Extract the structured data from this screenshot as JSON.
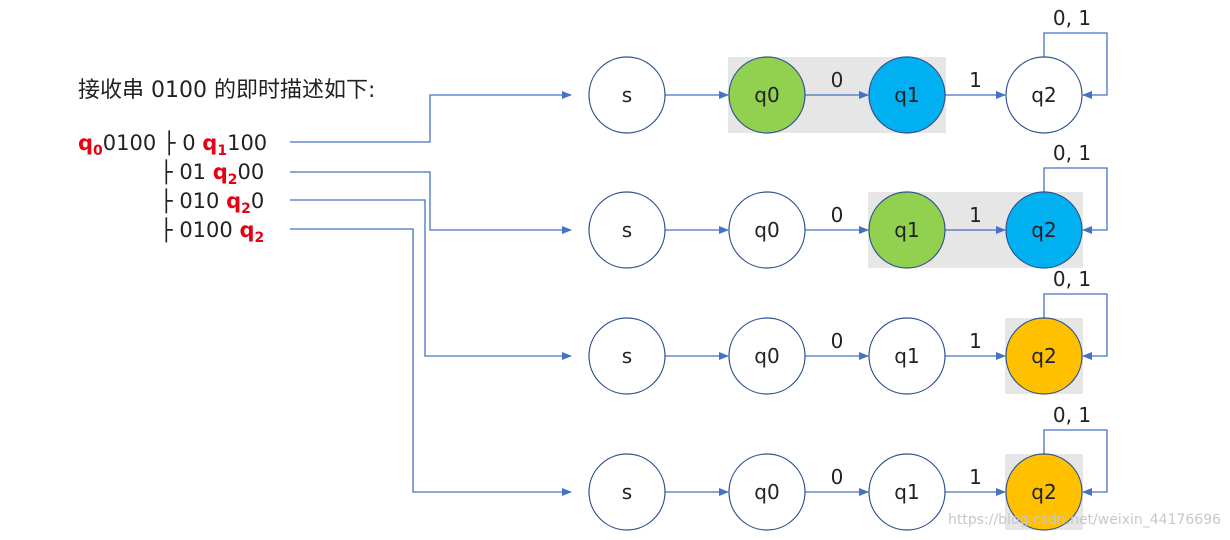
{
  "description": {
    "title": "接收串 0100 的即时描述如下:",
    "lines": [
      {
        "pre": "",
        "state": "q",
        "sub": "0",
        "post": "0100 ├ 0 ",
        "state2": "q",
        "sub2": "1",
        "post2": "100"
      },
      {
        "pre": "├ 01 ",
        "state": "q",
        "sub": "2",
        "post": "00"
      },
      {
        "pre": "├ 010 ",
        "state": "q",
        "sub": "2",
        "post": "0"
      },
      {
        "pre": "├ 0100 ",
        "state": "q",
        "sub": "2",
        "post": ""
      }
    ]
  },
  "colors": {
    "edge": "#4472c4",
    "node_stroke": "#2f528f",
    "current_from": "#92d050",
    "current_to": "#00b0f0",
    "accept": "#ffc000",
    "highlight_box": "#e7e6e6",
    "red_text": "#e60012"
  },
  "rows": [
    {
      "nodes": [
        "s",
        "q0",
        "q1",
        "q2"
      ],
      "edge_labels": [
        "0",
        "1"
      ],
      "self_loop_label": "0, 1",
      "fills": [
        "#ffffff",
        "#92d050",
        "#00b0f0",
        "#ffffff"
      ],
      "highlight": [
        1,
        2
      ]
    },
    {
      "nodes": [
        "s",
        "q0",
        "q1",
        "q2"
      ],
      "edge_labels": [
        "0",
        "1"
      ],
      "self_loop_label": "0, 1",
      "fills": [
        "#ffffff",
        "#ffffff",
        "#92d050",
        "#00b0f0"
      ],
      "highlight": [
        2,
        3
      ]
    },
    {
      "nodes": [
        "s",
        "q0",
        "q1",
        "q2"
      ],
      "edge_labels": [
        "0",
        "1"
      ],
      "self_loop_label": "0, 1",
      "fills": [
        "#ffffff",
        "#ffffff",
        "#ffffff",
        "#ffc000"
      ],
      "highlight": [
        3,
        3
      ]
    },
    {
      "nodes": [
        "s",
        "q0",
        "q1",
        "q2"
      ],
      "edge_labels": [
        "0",
        "1"
      ],
      "self_loop_label": "0, 1",
      "fills": [
        "#ffffff",
        "#ffffff",
        "#ffffff",
        "#ffc000"
      ],
      "highlight": [
        3,
        3
      ]
    }
  ],
  "watermark": "https://blog.csdn.net/weixin_44176696"
}
